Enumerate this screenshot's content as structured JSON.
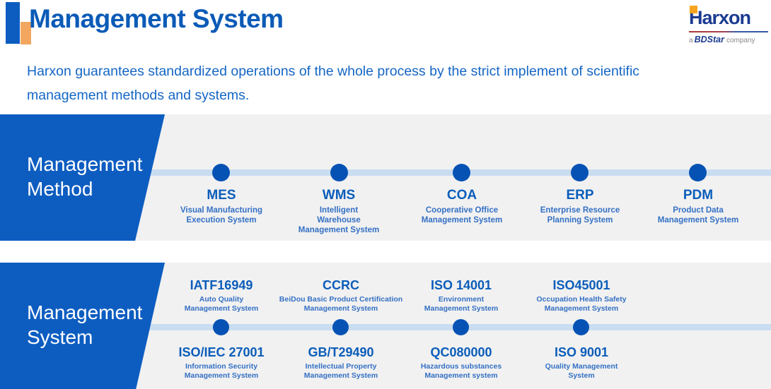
{
  "header": {
    "title": "Management System",
    "subtitle": "Harxon guarantees standardized operations of the whole process by the strict implement of scientific\nmanagement methods and systems."
  },
  "logo": {
    "brand": "Harxon",
    "tagline_a": "a",
    "tagline_brand": "BDStar",
    "tagline_company": "company"
  },
  "colors": {
    "title_blue": "#0b5bb7",
    "subtitle_blue": "#1566c5",
    "shape_blue": "#0d5dc1",
    "dot_blue": "#0552b4",
    "timeline_blue": "#c9ddf1",
    "band_background": "#f1f1f1",
    "item_code_blue": "#0b5dba",
    "item_desc_blue": "#3470c4",
    "accent_orange": "#f2a660",
    "logo_navy": "#1b3b92",
    "logo_orange": "#f6a41f"
  },
  "method_band": {
    "label": "Management\nMethod",
    "items": [
      {
        "code": "MES",
        "desc": "Visual Manufacturing\nExecution System"
      },
      {
        "code": "WMS",
        "desc": "Intelligent\nWarehouse\nManagement System"
      },
      {
        "code": "COA",
        "desc": "Cooperative Office\nManagement System"
      },
      {
        "code": "ERP",
        "desc": "Enterprise Resource\nPlanning System"
      },
      {
        "code": "PDM",
        "desc": "Product Data\nManagement System"
      }
    ]
  },
  "system_band": {
    "label": "Management\nSystem",
    "items_top": [
      {
        "code": "IATF16949",
        "desc": "Auto Quality\nManagement System"
      },
      {
        "code": "CCRC",
        "desc": "BeiDou Basic Product Certification\nManagement System"
      },
      {
        "code": "ISO 14001",
        "desc": "Environment\nManagement System"
      },
      {
        "code": "ISO45001",
        "desc": "Occupation Health Safety\nManagement System"
      }
    ],
    "items_bottom": [
      {
        "code": "ISO/IEC 27001",
        "desc": "Information Security\nManagement System"
      },
      {
        "code": "GB/T29490",
        "desc": "Intellectual Property\nManagement System"
      },
      {
        "code": "QC080000",
        "desc": "Hazardous substances\nManagement system"
      },
      {
        "code": "ISO 9001",
        "desc": "Quality Management\nSystem"
      }
    ]
  }
}
